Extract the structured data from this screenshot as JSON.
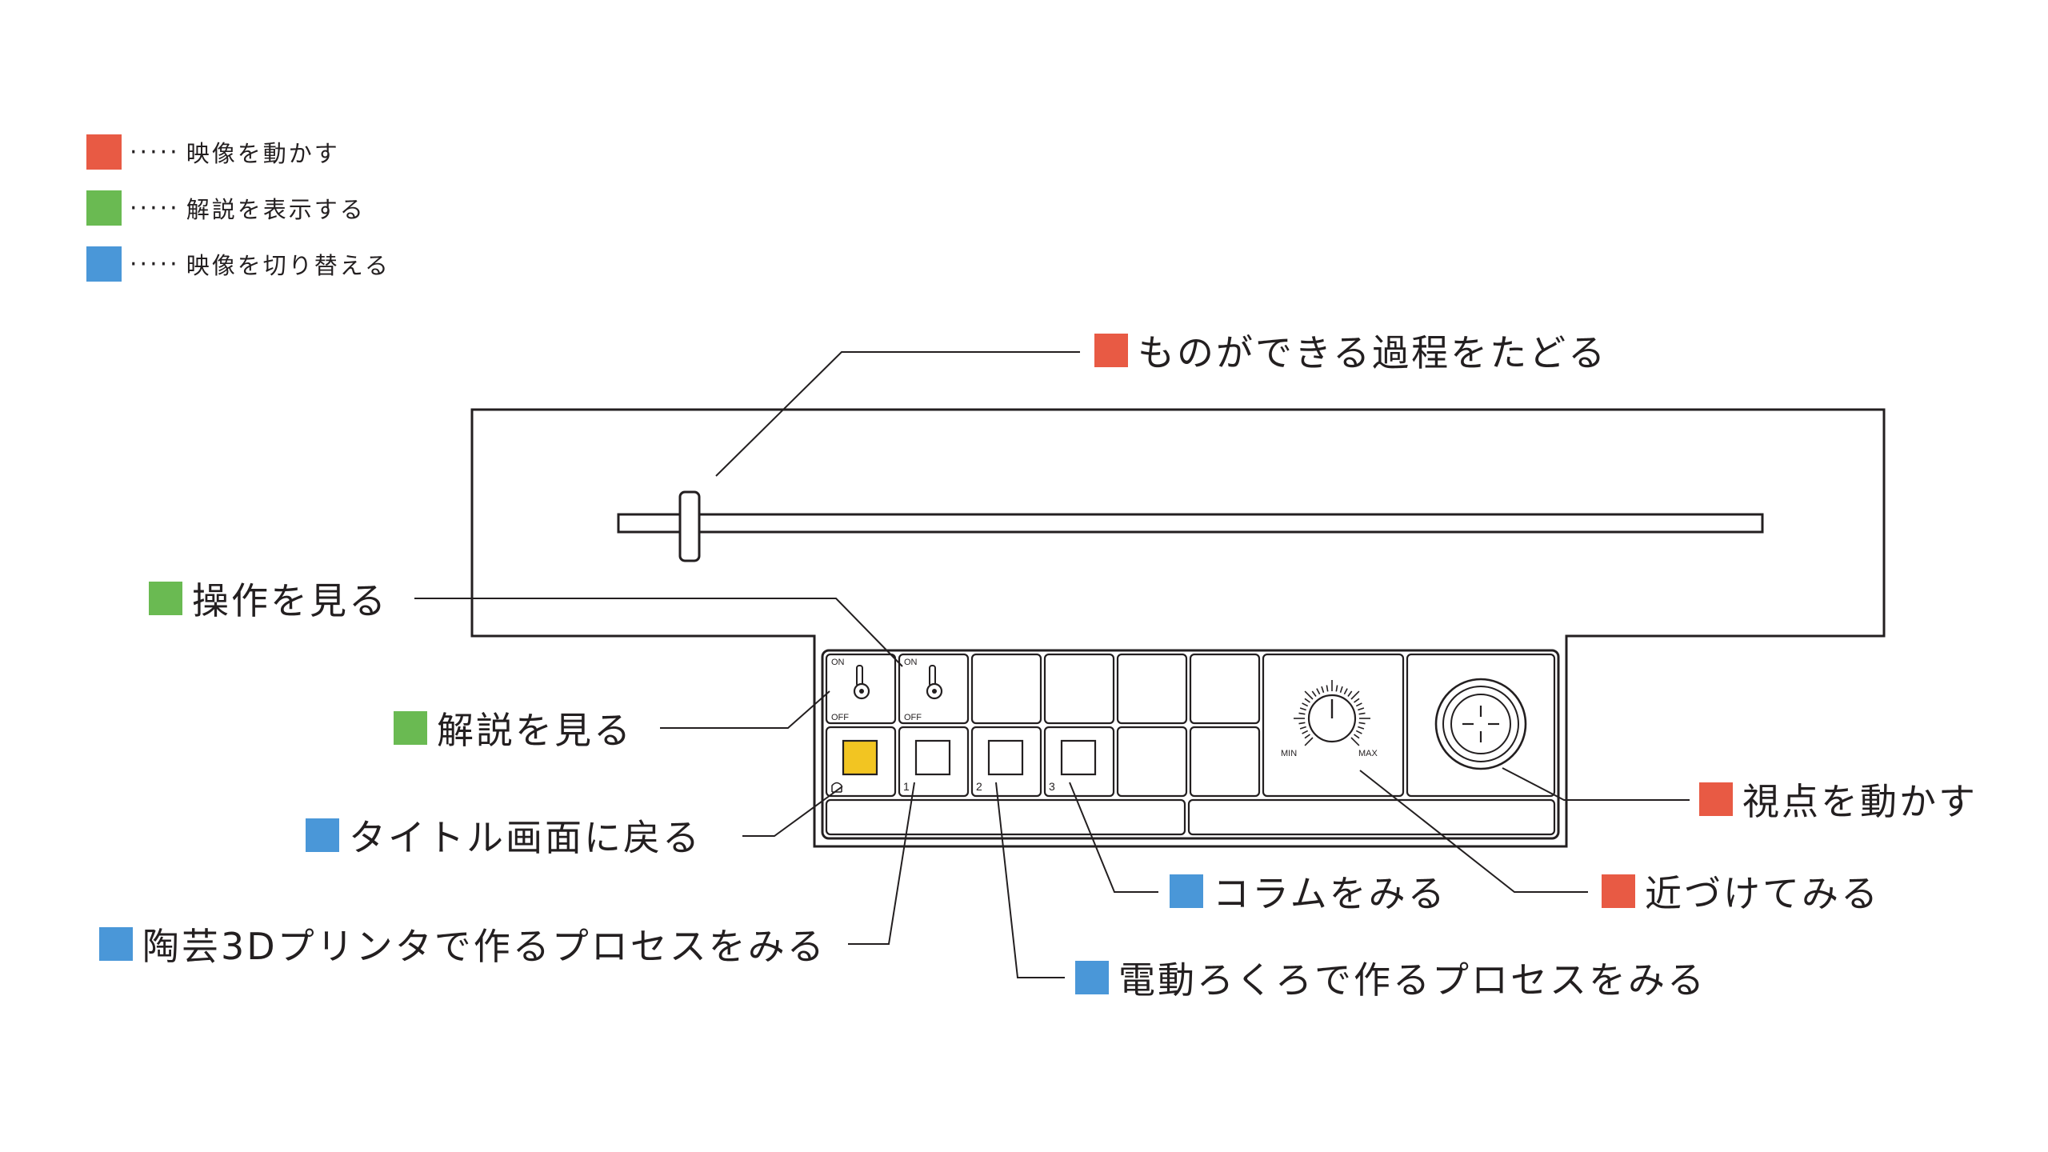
{
  "colors": {
    "red": "#e85a44",
    "green": "#6aba52",
    "blue": "#4a97d8",
    "yellow": "#f2c522",
    "ink": "#231f20"
  },
  "legend": [
    {
      "dots": "·····",
      "text": "映像を動かす",
      "color": "#e85a44"
    },
    {
      "dots": "·····",
      "text": "解説を表示する",
      "color": "#6aba52"
    },
    {
      "dots": "·····",
      "text": "映像を切り替える",
      "color": "#4a97d8"
    }
  ],
  "callouts": {
    "timeline": {
      "text": "ものができる過程をたどる",
      "color": "#e85a44"
    },
    "operation": {
      "text": "操作を見る",
      "color": "#6aba52"
    },
    "explanation": {
      "text": "解説を見る",
      "color": "#6aba52"
    },
    "title_screen": {
      "text": "タイトル画面に戻る",
      "color": "#4a97d8"
    },
    "printer_3d": {
      "text": "陶芸3Dプリンタで作るプロセスをみる",
      "color": "#4a97d8"
    },
    "potters_wheel": {
      "text": "電動ろくろで作るプロセスをみる",
      "color": "#4a97d8"
    },
    "column": {
      "text": "コラムをみる",
      "color": "#4a97d8"
    },
    "zoom": {
      "text": "近づけてみる",
      "color": "#e85a44"
    },
    "viewpoint": {
      "text": "視点を動かす",
      "color": "#e85a44"
    }
  },
  "panel": {
    "switch_on": "ON",
    "switch_off": "OFF",
    "home_icon": "home-icon",
    "buttons": [
      "1",
      "2",
      "3"
    ],
    "knob_min": "MIN",
    "knob_max": "MAX"
  }
}
